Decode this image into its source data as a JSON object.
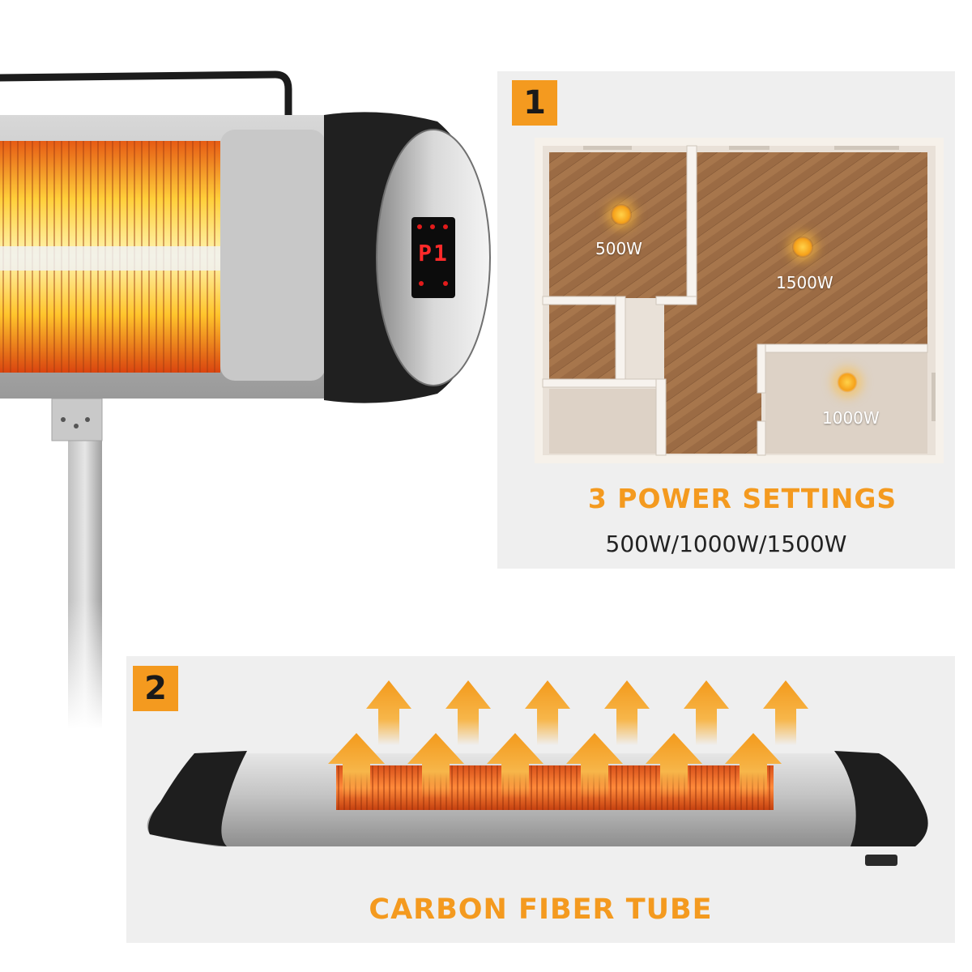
{
  "colors": {
    "accent": "#f49a1f",
    "panel": "#efefef",
    "floor": "#9a6a43",
    "wall": "#e8e0d8"
  },
  "icons": {
    "heater": "infrared-heater-icon",
    "heat_arrow": "up-arrow-icon",
    "heat_source": "sun-icon"
  },
  "heater_display": {
    "readout": "P1"
  },
  "feature1": {
    "number": "1",
    "rooms": [
      {
        "label": "500W"
      },
      {
        "label": "1500W"
      },
      {
        "label": "1000W"
      }
    ],
    "title": "3 POWER SETTINGS",
    "subtitle": "500W/1000W/1500W"
  },
  "feature2": {
    "number": "2",
    "title": "CARBON FIBER TUBE"
  }
}
